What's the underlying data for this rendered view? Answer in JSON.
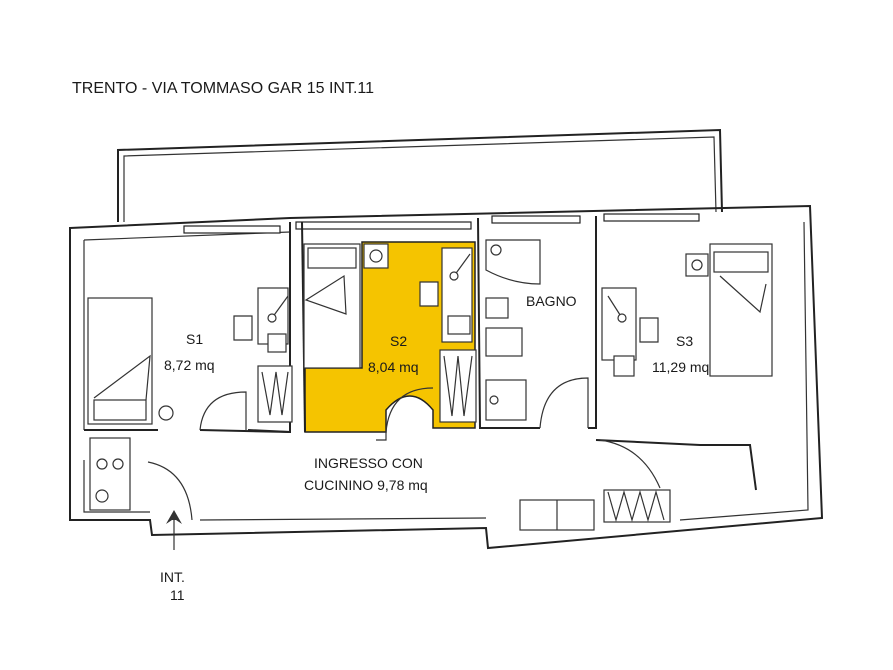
{
  "title": "TRENTO - VIA TOMMASO GAR 15 INT.11",
  "rooms": {
    "s1": {
      "name": "S1",
      "area": "8,72 mq"
    },
    "s2": {
      "name": "S2",
      "area": "8,04 mq"
    },
    "s3": {
      "name": "S3",
      "area": "11,29 mq"
    },
    "bagno": {
      "name": "BAGNO"
    },
    "ingresso": {
      "line1": "INGRESSO CON",
      "line2": "CUCININO 9,78 mq"
    }
  },
  "entrance": {
    "line1": "INT.",
    "line2": "11"
  },
  "colors": {
    "highlight": "#f5c400",
    "wall": "#222222",
    "background": "#ffffff"
  }
}
